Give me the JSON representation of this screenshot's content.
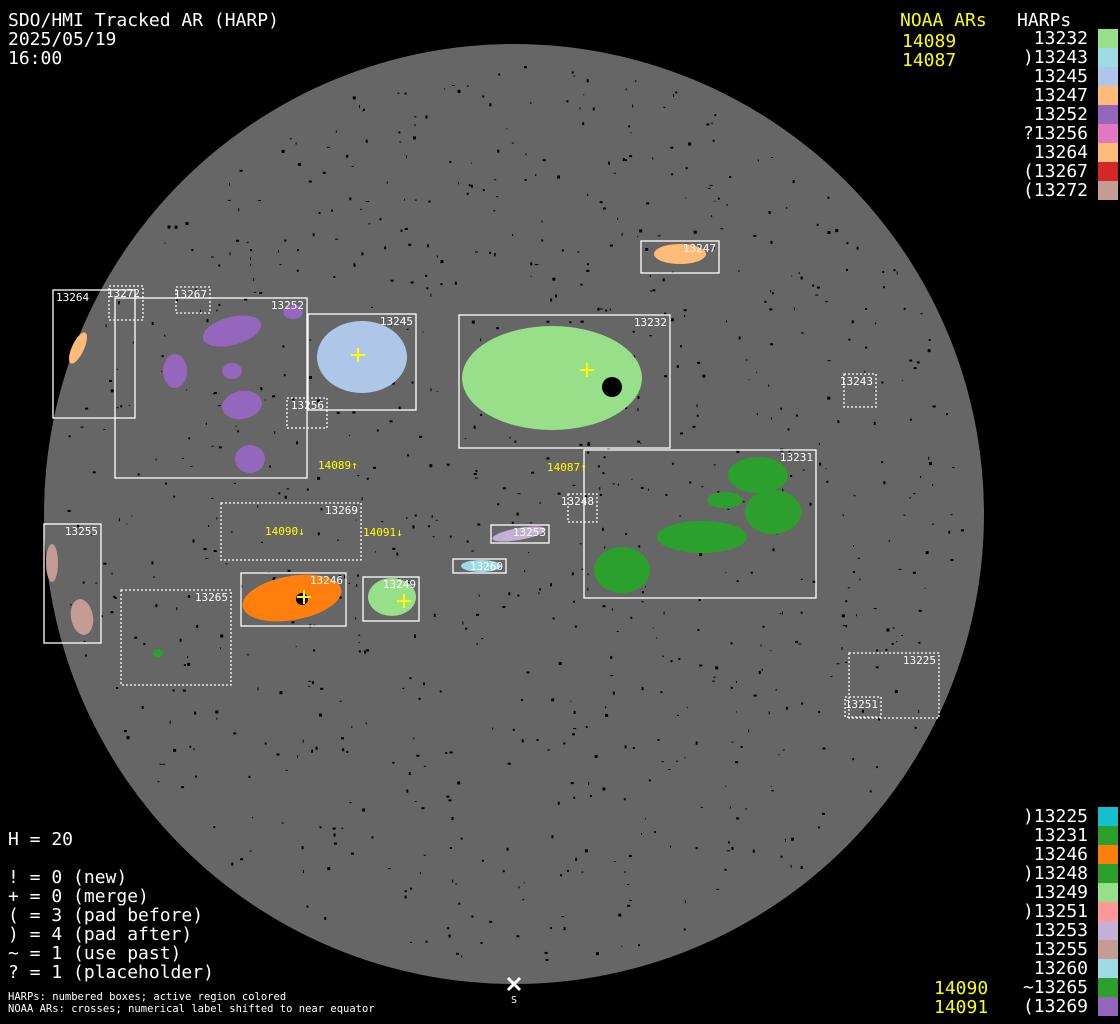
{
  "header": {
    "title": "SDO/HMI Tracked AR (HARP)",
    "date": "2025/05/19",
    "time": "16:00"
  },
  "noaa_top": {
    "title": "NOAA ARs",
    "items": [
      "14089",
      "14087"
    ]
  },
  "noaa_bottom": {
    "items": [
      "14090",
      "14091"
    ]
  },
  "harps_top": {
    "title": "HARPs",
    "items": [
      {
        "label": " 13232",
        "color": "#98df8a"
      },
      {
        "label": ")13243",
        "color": "#9edae5"
      },
      {
        "label": " 13245",
        "color": "#aec7e8"
      },
      {
        "label": " 13247",
        "color": "#ffbb78"
      },
      {
        "label": " 13252",
        "color": "#9467bd"
      },
      {
        "label": "?13256",
        "color": "#e377c2"
      },
      {
        "label": " 13264",
        "color": "#ffbb78"
      },
      {
        "label": "(13267",
        "color": "#d62728"
      },
      {
        "label": "(13272",
        "color": "#c49c94"
      }
    ]
  },
  "harps_bottom": {
    "items": [
      {
        "label": ")13225",
        "color": "#17becf"
      },
      {
        "label": " 13231",
        "color": "#2ca02c"
      },
      {
        "label": " 13246",
        "color": "#ff7f0e"
      },
      {
        "label": ")13248",
        "color": "#2ca02c"
      },
      {
        "label": " 13249",
        "color": "#98df8a"
      },
      {
        "label": ")13251",
        "color": "#ff9896"
      },
      {
        "label": " 13253",
        "color": "#c5b0d5"
      },
      {
        "label": " 13255",
        "color": "#c49c94"
      },
      {
        "label": " 13260",
        "color": "#9edae5"
      },
      {
        "label": "~13265",
        "color": "#2ca02c"
      },
      {
        "label": "(13269",
        "color": "#9467bd"
      }
    ]
  },
  "stats": {
    "h": "H = 20",
    "lines": [
      "! = 0 (new)",
      "+ = 0 (merge)",
      "( = 3 (pad before)",
      ") = 4 (pad after)",
      "~ = 1 (use past)",
      "? = 1 (placeholder)"
    ]
  },
  "footer": [
    "HARPs: numbered boxes; active region colored",
    "NOAA ARs: crosses; numerical label shifted to near equator"
  ],
  "south_label": "S",
  "disk_labels": {
    "harps": [
      "13264",
      "13272",
      "13267",
      "13252",
      "13245",
      "13256",
      "13232",
      "13247",
      "13243",
      "13231",
      "13248",
      "13269",
      "13253",
      "13260",
      "13255",
      "13246",
      "13249",
      "13265",
      "13225",
      "13251"
    ],
    "noaa": [
      "14089↑",
      "14087↑",
      "14090↓",
      "14091↓"
    ]
  },
  "colors": {
    "disk": "#666666",
    "noaa": "#ffff00"
  }
}
